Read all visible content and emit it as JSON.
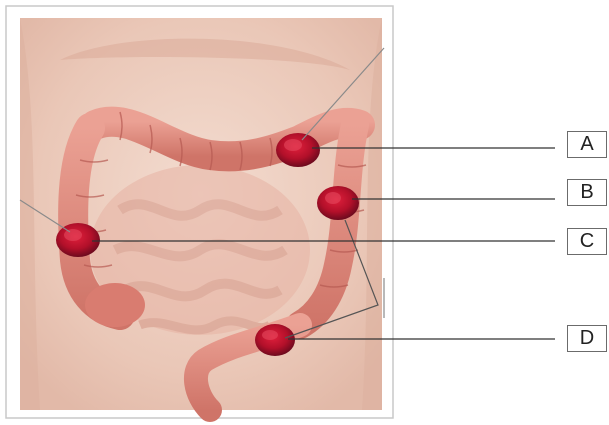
{
  "diagram": {
    "subject": "large-intestine-lesions",
    "labels": [
      {
        "id": "A",
        "text": "A"
      },
      {
        "id": "B",
        "text": "B"
      },
      {
        "id": "C",
        "text": "C"
      },
      {
        "id": "D",
        "text": "D"
      }
    ],
    "colors": {
      "skin": "#f1d6c8",
      "colon": "#e0877c",
      "colon_dark": "#b95a55",
      "lesion": "#c8102e",
      "lesion_dark": "#7a0a22",
      "leader_line": "#333333",
      "frame": "#bdbdbd"
    }
  }
}
